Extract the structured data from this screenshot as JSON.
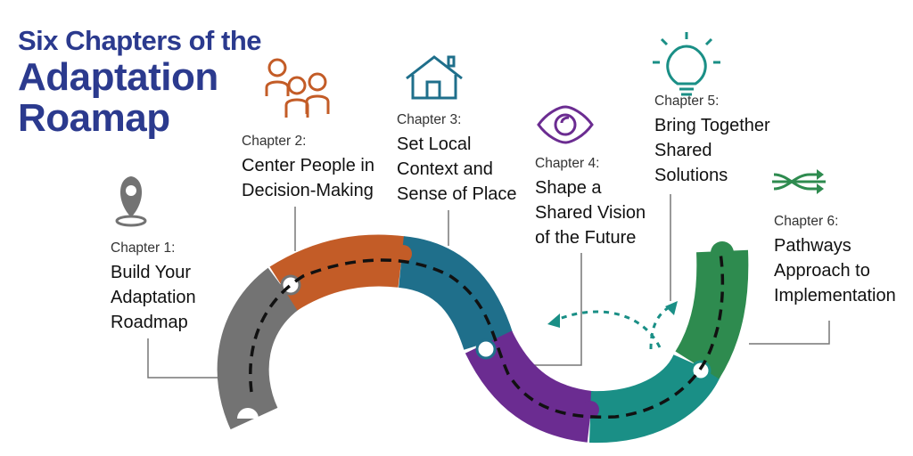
{
  "title": {
    "line1": "Six Chapters of the",
    "line2": "Adaptation",
    "line3": "Roamap"
  },
  "chapters": [
    {
      "number": "Chapter 1:",
      "name": "Build Your\nAdaptation\nRoadmap",
      "color": "#737373",
      "icon": "map-pin-icon"
    },
    {
      "number": "Chapter 2:",
      "name": "Center People in\nDecision-Making",
      "color": "#c35c27",
      "icon": "people-icon"
    },
    {
      "number": "Chapter 3:",
      "name": "Set Local\nContext and\nSense of Place",
      "color": "#1f6f8b",
      "icon": "house-icon"
    },
    {
      "number": "Chapter 4:",
      "name": "Shape a\nShared Vision\nof the Future",
      "color": "#6b2c91",
      "icon": "eye-icon"
    },
    {
      "number": "Chapter 5:",
      "name": "Bring Together\nShared\nSolutions",
      "color": "#1a8f86",
      "icon": "lightbulb-icon"
    },
    {
      "number": "Chapter 6:",
      "name": "Pathways\nApproach to\nImplementation",
      "color": "#2e8b4f",
      "icon": "crossing-arrows-icon"
    }
  ],
  "colors": {
    "title": "#2b3a8e",
    "connector": "#777777",
    "path_dash": "#111111",
    "loop_arrow": "#1a8f86"
  }
}
